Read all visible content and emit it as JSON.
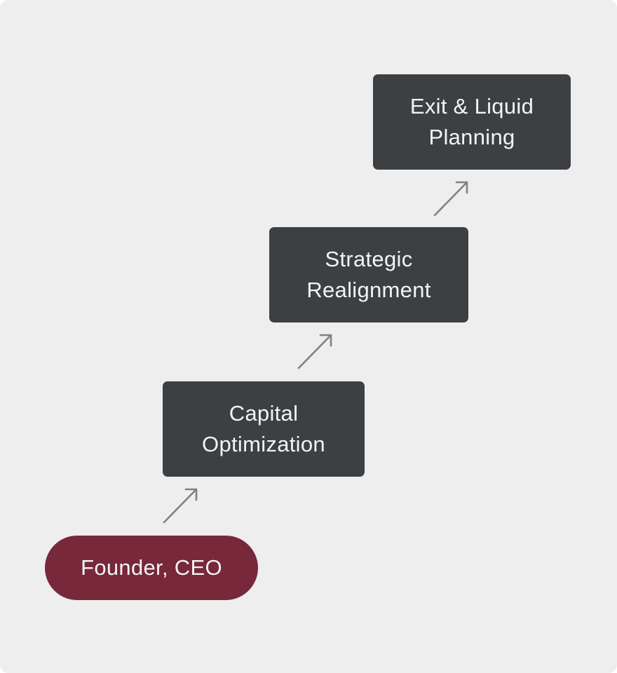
{
  "diagram": {
    "nodes": [
      {
        "id": "founder",
        "label": "Founder, CEO"
      },
      {
        "id": "capital",
        "label": "Capital\nOptimization"
      },
      {
        "id": "strategic",
        "label": "Strategic\nRealignment"
      },
      {
        "id": "exit",
        "label": "Exit & Liquid\nPlanning"
      }
    ],
    "edges": [
      {
        "from": "founder",
        "to": "capital"
      },
      {
        "from": "capital",
        "to": "strategic"
      },
      {
        "from": "strategic",
        "to": "exit"
      }
    ]
  },
  "colors": {
    "background": "#eeeeee",
    "step_box": "#3d4043",
    "start_box": "#772839",
    "arrow": "#7e8184",
    "text": "#f3f3f3"
  }
}
